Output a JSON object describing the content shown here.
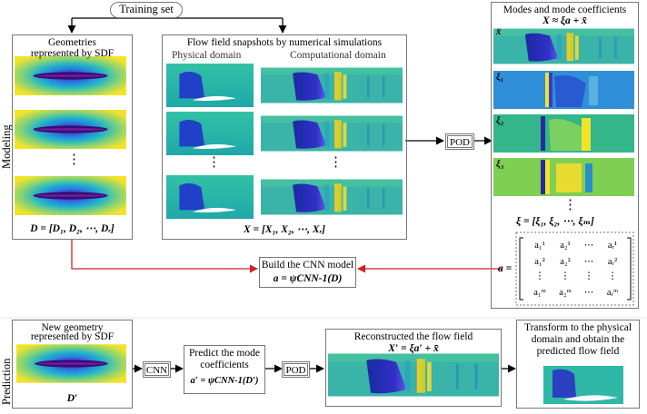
{
  "header": {
    "training_set": "Training set"
  },
  "side_labels": {
    "modeling": "Modeling",
    "prediction": "Prediction"
  },
  "sdf_panel": {
    "title_line1": "Geometries",
    "title_line2": "represented by SDF",
    "formula": "D = [D₁, D₂, ⋯, Dᵣ]"
  },
  "snapshot_panel": {
    "title": "Flow field snapshots by numerical simulations",
    "physical_domain": "Physical domain",
    "computational_domain": "Computational domain",
    "formula": "X = [X₁, X₂, ⋯, Xᵣ]"
  },
  "pod_top": "POD",
  "modes_panel": {
    "title": "Modes and mode coefficients",
    "formula": "X ≈ ξa + x̄",
    "mode_labels": [
      "x̄",
      "ξ₁",
      "ξ₂",
      "ξ₃"
    ],
    "xi_formula": "ξ = [ξ₁, ξ₂, ⋯, ξₘ]",
    "a_label": "a =",
    "matrix_rows": [
      [
        "a₁¹",
        "a₂¹",
        "⋯",
        "aᵣ¹"
      ],
      [
        "a₁²",
        "a₂²",
        "⋯",
        "aᵣ²"
      ],
      [
        "⋮",
        "⋮",
        "⋮",
        "⋮"
      ],
      [
        "a₁ᵐ",
        "a₂ᵐ",
        "⋯",
        "aᵣᵐ"
      ]
    ]
  },
  "cnn_model": {
    "title": "Build the CNN model",
    "formula": "a = ψCNN-1(D)"
  },
  "prediction": {
    "new_geom_line1": "New geometry",
    "new_geom_line2": "represented by SDF",
    "d_prime": "D′",
    "cnn": "CNN",
    "predict_line1": "Predict the mode",
    "predict_line2": "coefficients",
    "predict_formula": "a′ = ψCNN-1(D′)",
    "pod": "POD",
    "recon_title": "Reconstructed the flow field",
    "recon_formula": "X′ = ξa′ + x̄",
    "transform_line1": "Transform to the physical",
    "transform_line2": "domain and obtain the",
    "transform_line3": "predicted flow field"
  },
  "colors": {
    "arrow_black": "#000000",
    "arrow_red": "#d42020",
    "border": "#777777"
  }
}
